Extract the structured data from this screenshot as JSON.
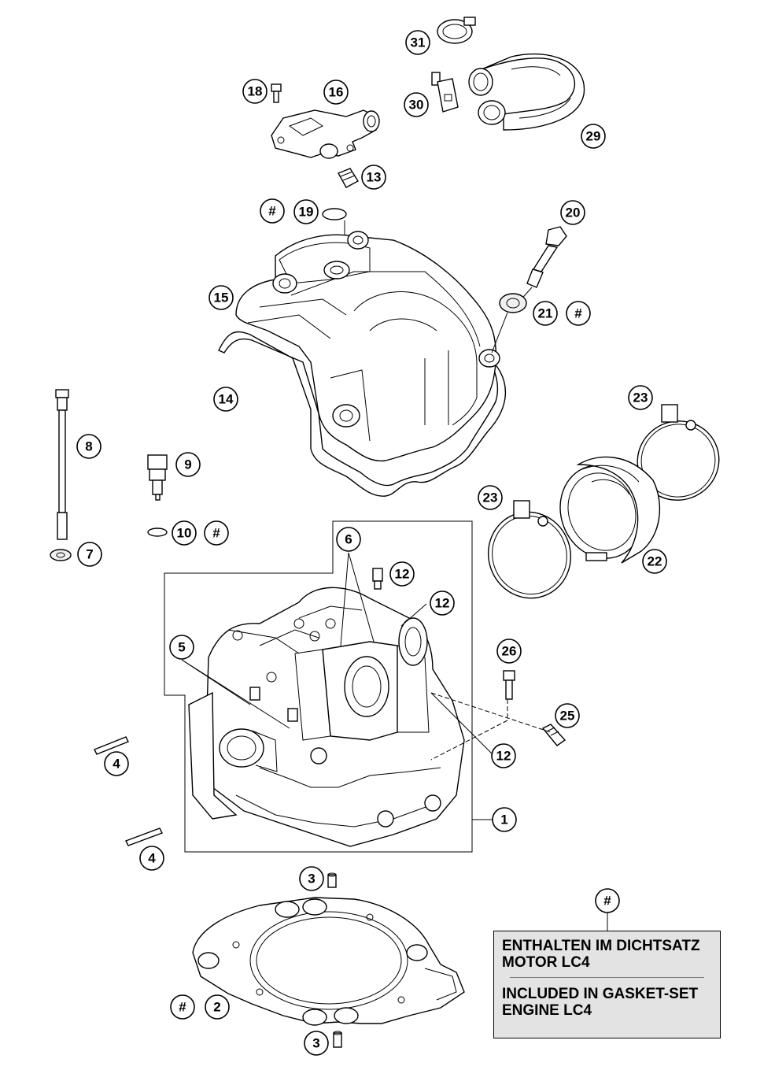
{
  "legend": {
    "symbol": "#",
    "de_line1": "ENTHALTEN IM DICHTSATZ",
    "de_line2": "MOTOR LC4",
    "en_line1": "INCLUDED IN GASKET-SET",
    "en_line2": "ENGINE LC4"
  },
  "callouts": {
    "c31": "31",
    "c30": "30",
    "c29": "29",
    "c18": "18",
    "c16": "16",
    "c13": "13",
    "c19h": "#",
    "c19": "19",
    "c20": "20",
    "c15": "15",
    "c21": "21",
    "c21h": "#",
    "c14": "14",
    "c23a": "23",
    "c8": "8",
    "c9": "9",
    "c23b": "23",
    "c10": "10",
    "c10h": "#",
    "c7": "7",
    "c6": "6",
    "c12a": "12",
    "c12b": "12",
    "c22": "22",
    "c5": "5",
    "c26": "26",
    "c25": "25",
    "c4a": "4",
    "c12c": "12",
    "c1": "1",
    "c4b": "4",
    "c3a": "3",
    "cLegendH": "#",
    "c2h": "#",
    "c2": "2",
    "c3b": "3"
  }
}
